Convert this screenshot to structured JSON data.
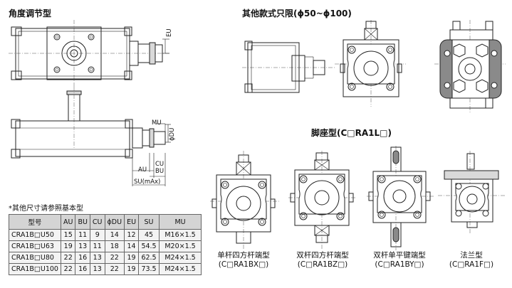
{
  "titles": {
    "angle_adjust": "角度调节型",
    "other_models": "其他款式只限(ϕ50~ϕ100)",
    "foot_mount": "脚座型(C□RA1L□)"
  },
  "dims": {
    "eu": "EU",
    "mu": "MU",
    "du": "ϕDU",
    "cu": "CU",
    "au": "AU",
    "bu": "BU",
    "su": "SU(mAx)"
  },
  "table_note": "*其他尺寸请参照基本型",
  "table": {
    "headers": [
      "型号",
      "AU",
      "BU",
      "CU",
      "ϕDU",
      "EU",
      "SU",
      "MU"
    ],
    "rows": [
      [
        "CRA1B□U50",
        "15",
        "11",
        "9",
        "14",
        "12",
        "45",
        "M16×1.5"
      ],
      [
        "CRA1B□U63",
        "19",
        "13",
        "11",
        "18",
        "14",
        "54.5",
        "M20×1.5"
      ],
      [
        "CRA1B□U80",
        "22",
        "16",
        "13",
        "22",
        "19",
        "62.5",
        "M24×1.5"
      ],
      [
        "CRA1B□U100",
        "22",
        "16",
        "13",
        "22",
        "19",
        "73.5",
        "M24×1.5"
      ]
    ]
  },
  "variants": [
    {
      "name": "单杆四方杆端型",
      "code": "(C□RA1BX□)"
    },
    {
      "name": "双杆四方杆端型",
      "code": "(C□RA1BZ□)"
    },
    {
      "name": "双杆单平键端型",
      "code": "(C□RA1BY□)"
    },
    {
      "name": "法兰型",
      "code": "(C□RA1F□)"
    }
  ]
}
